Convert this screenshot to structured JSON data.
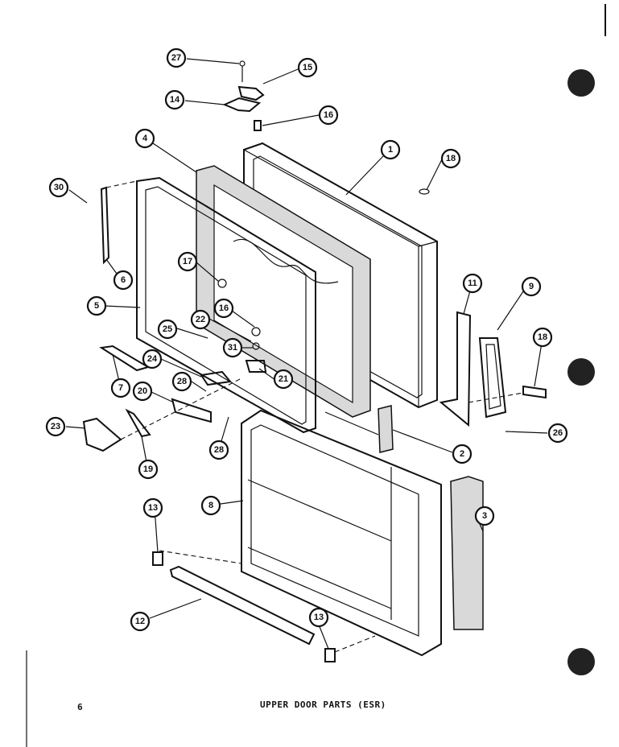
{
  "page": {
    "number": "6",
    "title": "UPPER DOOR PARTS (ESR)"
  },
  "callouts": [
    {
      "id": "c27",
      "label": "27"
    },
    {
      "id": "c15",
      "label": "15"
    },
    {
      "id": "c14",
      "label": "14"
    },
    {
      "id": "c16a",
      "label": "16"
    },
    {
      "id": "c4",
      "label": "4"
    },
    {
      "id": "c1",
      "label": "1"
    },
    {
      "id": "c18a",
      "label": "18"
    },
    {
      "id": "c30",
      "label": "30"
    },
    {
      "id": "c6",
      "label": "6"
    },
    {
      "id": "c17",
      "label": "17"
    },
    {
      "id": "c5",
      "label": "5"
    },
    {
      "id": "c16b",
      "label": "16"
    },
    {
      "id": "c22",
      "label": "22"
    },
    {
      "id": "c25",
      "label": "25"
    },
    {
      "id": "c31",
      "label": "31"
    },
    {
      "id": "c24",
      "label": "24"
    },
    {
      "id": "c21",
      "label": "21"
    },
    {
      "id": "c7",
      "label": "7"
    },
    {
      "id": "c28a",
      "label": "28"
    },
    {
      "id": "c20",
      "label": "20"
    },
    {
      "id": "c23",
      "label": "23"
    },
    {
      "id": "c19",
      "label": "19"
    },
    {
      "id": "c28b",
      "label": "28"
    },
    {
      "id": "c11",
      "label": "11"
    },
    {
      "id": "c9",
      "label": "9"
    },
    {
      "id": "c18b",
      "label": "18"
    },
    {
      "id": "c2",
      "label": "2"
    },
    {
      "id": "c26",
      "label": "26"
    },
    {
      "id": "c8",
      "label": "8"
    },
    {
      "id": "c3",
      "label": "3"
    },
    {
      "id": "c13a",
      "label": "13"
    },
    {
      "id": "c12",
      "label": "12"
    },
    {
      "id": "c13b",
      "label": "13"
    }
  ]
}
